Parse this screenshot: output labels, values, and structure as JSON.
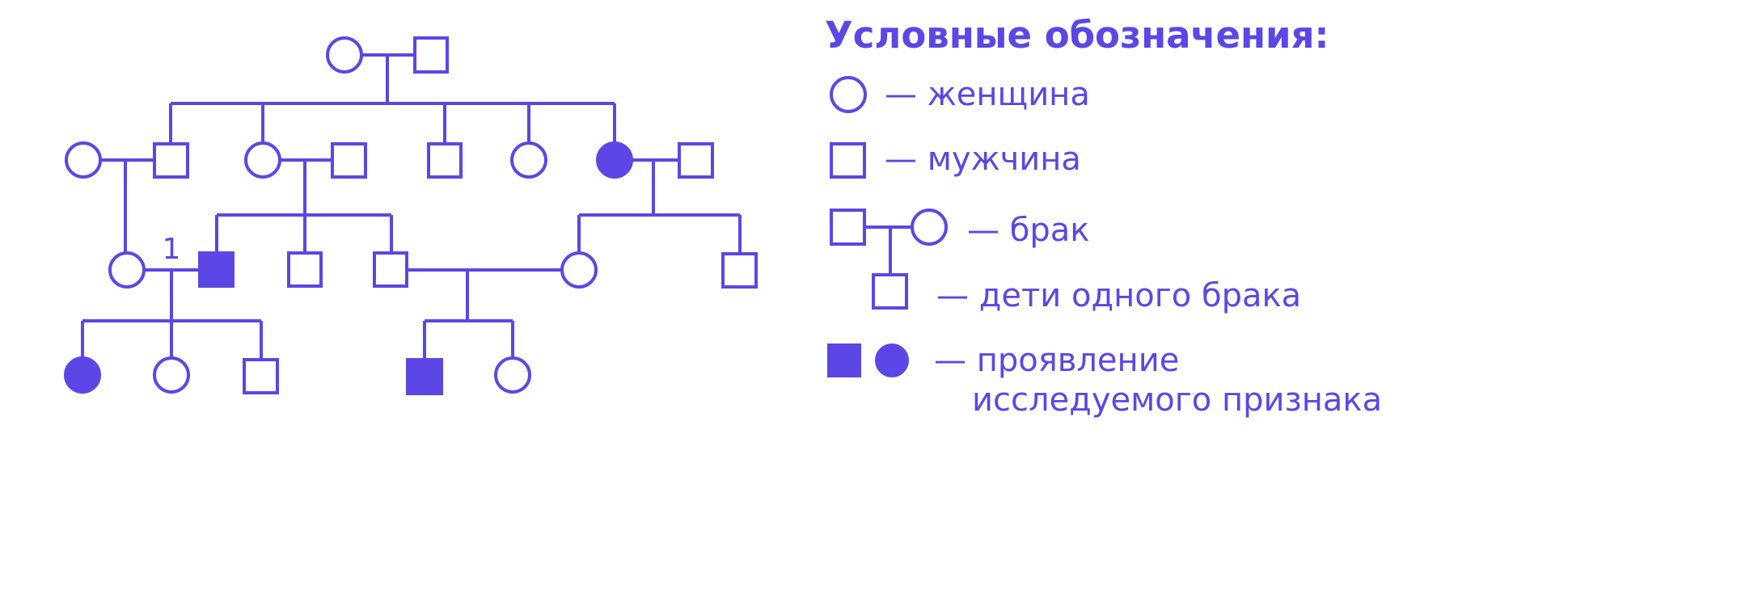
{
  "colors": {
    "ink": "#5a47e6",
    "background": "#ffffff"
  },
  "pedigree": {
    "marker_label": "1"
  },
  "legend": {
    "title": "Условные обозначения:",
    "woman": "— женщина",
    "man": "— мужчина",
    "marriage": "— брак",
    "children": "— дети одного брака",
    "trait_line1": "— проявление",
    "trait_line2": "исследуемого признака"
  }
}
